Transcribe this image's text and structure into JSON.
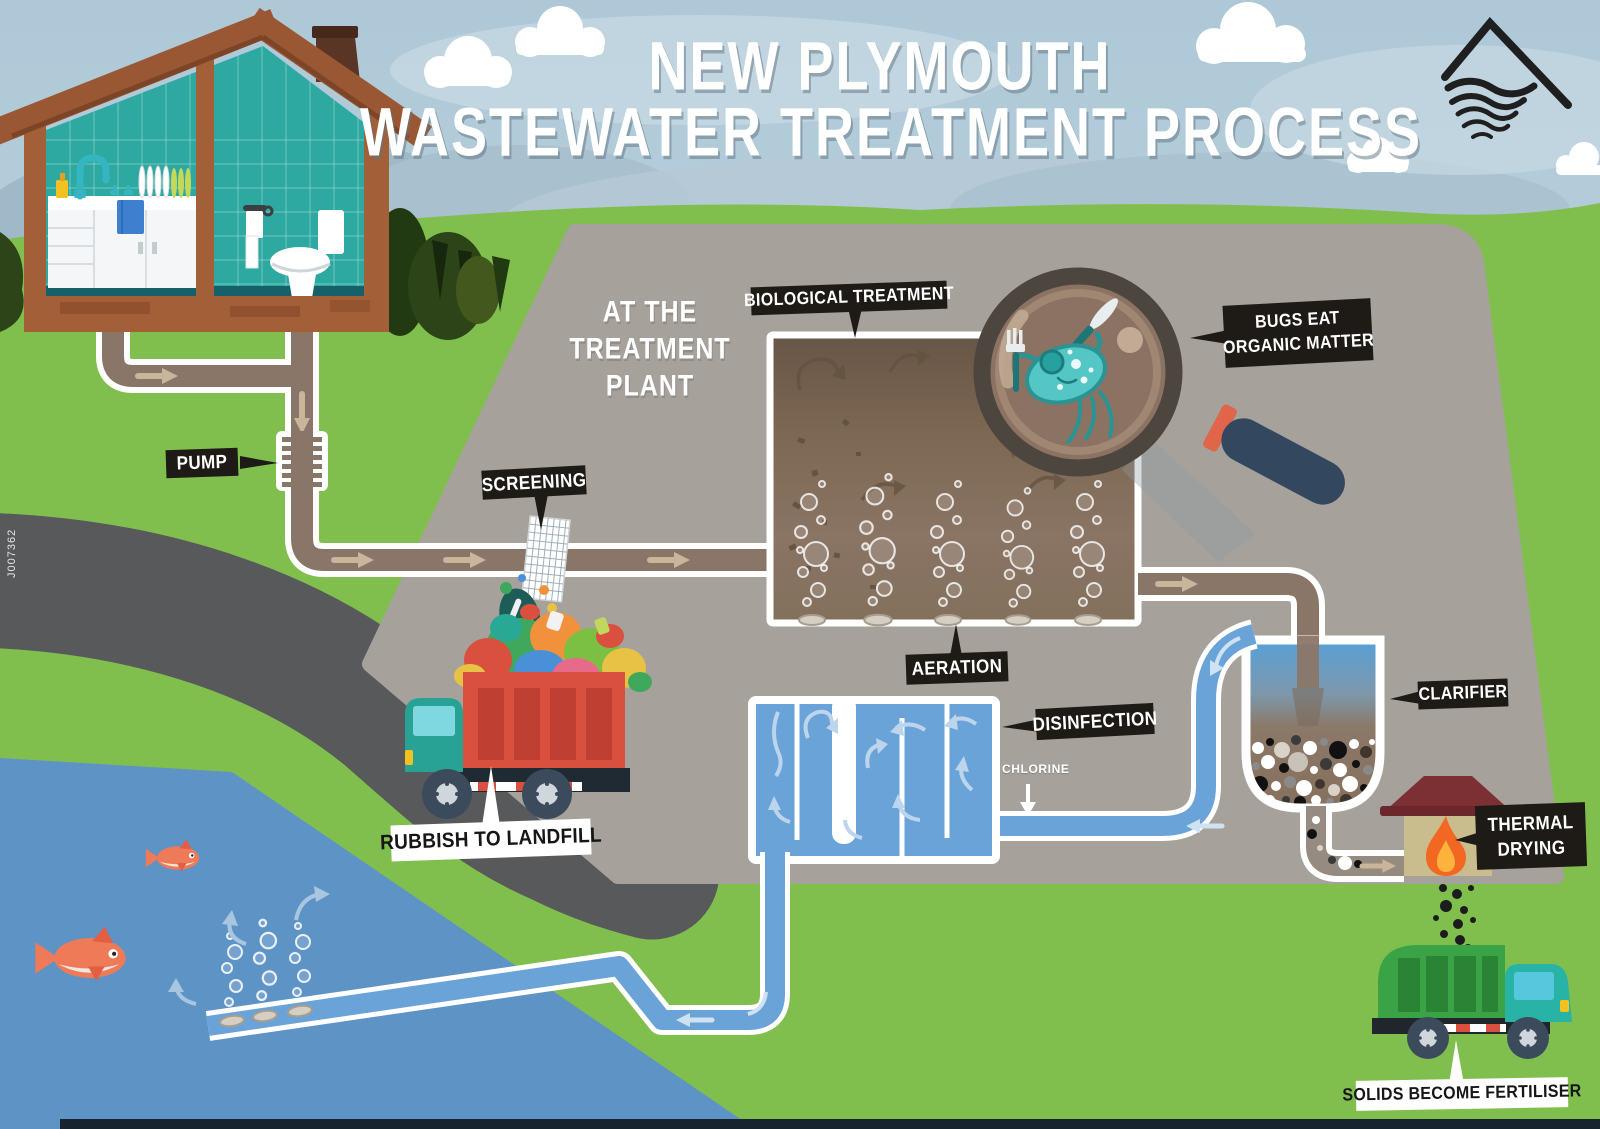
{
  "title": {
    "line1": "NEW PLYMOUTH",
    "line2": "WASTEWATER TREATMENT PROCESS"
  },
  "document_code": "J007362",
  "section_heading": {
    "line1": "AT THE",
    "line2": "TREATMENT",
    "line3": "PLANT"
  },
  "labels": {
    "pump": "PUMP",
    "screening": "SCREENING",
    "biological_treatment": "BIOLOGICAL TREATMENT",
    "bugs_eat_line1": "BUGS EAT",
    "bugs_eat_line2": "ORGANIC MATTER",
    "aeration": "AERATION",
    "disinfection": "DISINFECTION",
    "chlorine": "CHLORINE",
    "clarifier": "CLARIFIER",
    "thermal_drying_line1": "THERMAL",
    "thermal_drying_line2": "DRYING",
    "rubbish_to_landfill": "RUBBISH TO LANDFILL",
    "solids_become_fertiliser": "SOLIDS BECOME FERTILISER"
  },
  "icons": {
    "logo": "mountain-over-waves-logo",
    "house": "house-cross-section",
    "magnifier": "magnifying-glass",
    "microbe": "bug-with-fork-and-knife",
    "rubbish_truck": "red-rubbish-truck",
    "fertiliser_truck": "green-fertiliser-truck",
    "flame": "thermal-drying-flame",
    "fish": "fish",
    "screen": "screening-mesh",
    "pump": "ribbed-pipe-pump"
  },
  "colors": {
    "sky": "#b9cfdc",
    "grass": "#80bf4e",
    "plant_grey": "#a7a19b",
    "pipe_brown": "#8a7668",
    "pipe_outline": "#ffffff",
    "arrow_tan": "#c9b69a",
    "water_blue": "#6aa3d8",
    "ocean": "#5e93c6",
    "road": "#58595b",
    "label_black": "#1e1a16",
    "label_text": "#ffffff",
    "truck_red": "#d9503f",
    "truck_teal": "#29a296",
    "truck_green": "#3aa345",
    "flame_orange": "#f26822",
    "roof_maroon": "#7c3034",
    "bug_teal": "#54c6c6",
    "tank_brown": "#7d6853",
    "bottom_bar": "#17232e"
  }
}
